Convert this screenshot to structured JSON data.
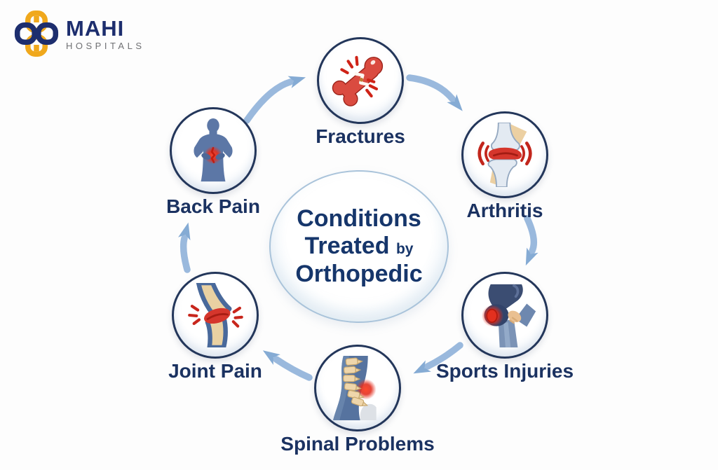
{
  "brand": {
    "name": "MAHI",
    "subtitle": "HOSPITALS",
    "logo_icon": "medical-cross-logo",
    "gold": "#f0a81c",
    "navy": "#1d2e6e",
    "subtitle_color": "#6f7073"
  },
  "center": {
    "line1": "Conditions",
    "line2": "Treated",
    "line2_suffix": "by",
    "line3": "Orthopedic",
    "text_color": "#16366b"
  },
  "nodes": [
    {
      "id": "fractures",
      "label": "Fractures",
      "icon": "broken-bone-icon"
    },
    {
      "id": "arthritis",
      "label": "Arthritis",
      "icon": "inflamed-knee-joint-icon"
    },
    {
      "id": "sports-injuries",
      "label": "Sports Injuries",
      "icon": "knee-brace-injury-icon"
    },
    {
      "id": "spinal-problems",
      "label": "Spinal Problems",
      "icon": "spine-problem-icon"
    },
    {
      "id": "joint-pain",
      "label": "Joint Pain",
      "icon": "knee-joint-pain-icon"
    },
    {
      "id": "back-pain",
      "label": "Back Pain",
      "icon": "lower-back-pain-icon"
    }
  ],
  "flow": {
    "direction": "clockwise",
    "sequence": [
      "Back Pain",
      "Fractures",
      "Arthritis",
      "Sports Injuries",
      "Spinal Problems",
      "Joint Pain"
    ],
    "arrow_color": "#9ab9dd"
  },
  "palette": {
    "node_border": "#23365a",
    "label_color": "#1b3261",
    "accent_red": "#d5362c",
    "bone_tan": "#ecd0a2",
    "figure_blue": "#5c77a6",
    "background": "#fdfdfd"
  }
}
